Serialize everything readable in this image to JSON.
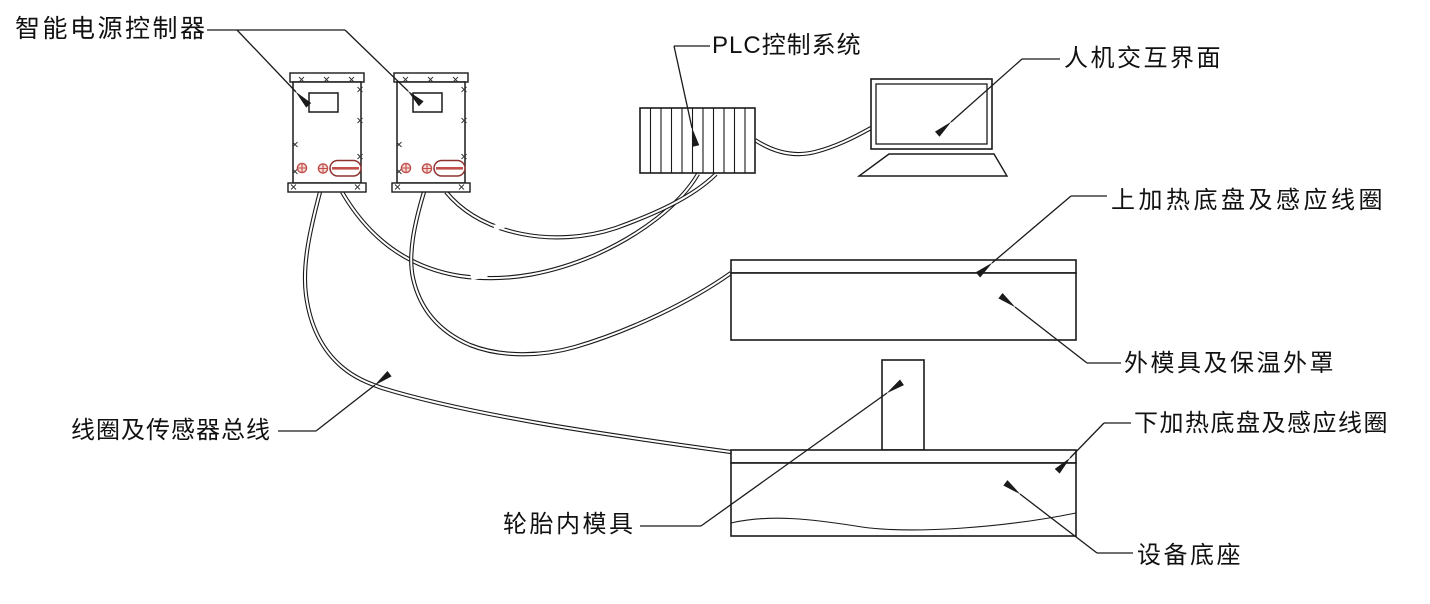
{
  "diagram": {
    "kind": "tire-mold-induction-heating-system-diagram",
    "labels": {
      "power_controller": "智能电源控制器",
      "plc_system": "PLC控制系统",
      "hmi": "人机交互界面",
      "upper_heating": "上加热底盘及感应线圈",
      "outer_mold": "外模具及保温外罩",
      "coil_sensor_bus": "线圈及传感器总线",
      "lower_heating": "下加热底盘及感应线圈",
      "tire_inner_mold": "轮胎内模具",
      "equipment_base": "设备底座"
    },
    "colors": {
      "line": "#1a1a1a",
      "accent_red": "#c2504a",
      "accent_red_dark": "#8c3330",
      "background": "#ffffff"
    }
  }
}
